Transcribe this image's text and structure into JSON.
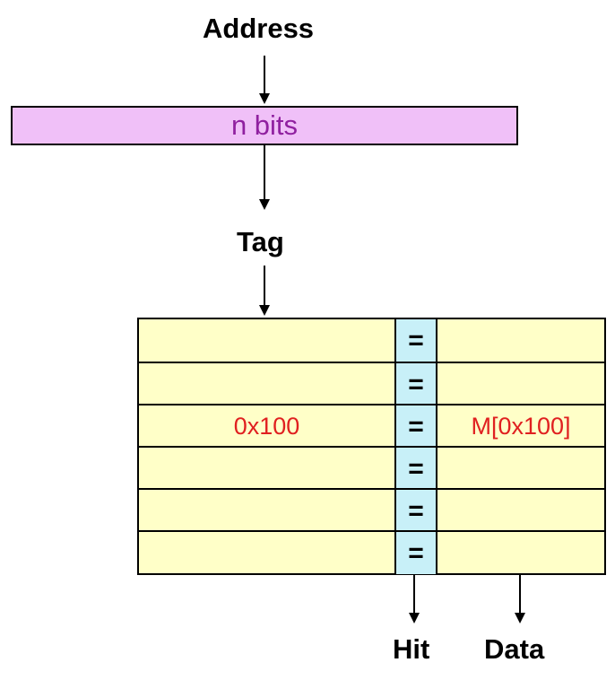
{
  "labels": {
    "address": "Address",
    "tag": "Tag",
    "hit": "Hit",
    "data": "Data"
  },
  "address_bar": {
    "text": "n bits",
    "fill": "#f0c0f8",
    "text_color": "#9020a0"
  },
  "cache": {
    "fill": "#ffffc8",
    "comparator_fill": "#c8f0f8",
    "entry_text_color": "#e02020",
    "rows": [
      {
        "tag": "",
        "compare": "=",
        "data": ""
      },
      {
        "tag": "",
        "compare": "=",
        "data": ""
      },
      {
        "tag": "0x100",
        "compare": "=",
        "data": "M[0x100]"
      },
      {
        "tag": "",
        "compare": "=",
        "data": ""
      },
      {
        "tag": "",
        "compare": "=",
        "data": ""
      },
      {
        "tag": "",
        "compare": "=",
        "data": ""
      }
    ]
  }
}
